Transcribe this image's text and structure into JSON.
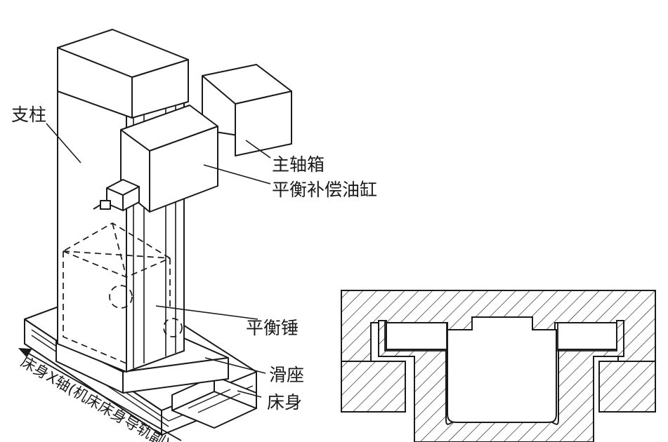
{
  "machine_labels": {
    "column": "支柱",
    "spindle_box": "主轴箱",
    "balance_cylinder": "平衡补偿油缸",
    "counterweight": "平衡锤",
    "slide_seat": "滑座",
    "bed": "床身",
    "bed_axis": "床身X轴(机床床身导轨副)"
  },
  "colors": {
    "line": "#1a1a1a",
    "background": "#ffffff"
  }
}
